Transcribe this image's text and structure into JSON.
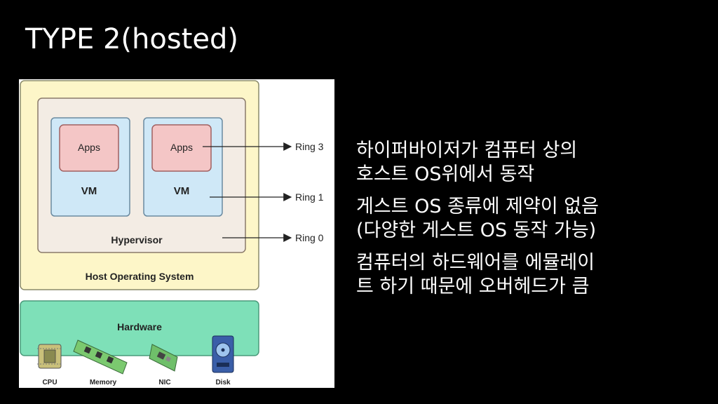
{
  "slide": {
    "title": "TYPE 2(hosted)"
  },
  "diagram": {
    "apps_label": "Apps",
    "vm_label": "VM",
    "hypervisor_label": "Hypervisor",
    "host_os_label": "Host Operating System",
    "hardware_label": "Hardware",
    "rings": [
      "Ring 3",
      "Ring 1",
      "Ring 0"
    ],
    "devices": [
      "CPU",
      "Memory",
      "NIC",
      "Disk"
    ],
    "colors": {
      "host_os": "#fdf6c8",
      "hypervisor": "#f3ece4",
      "vm": "#cfe8f7",
      "apps": "#f4c6c6",
      "hardware": "#7ee0b8"
    }
  },
  "bullets": [
    {
      "lines": [
        "하이퍼바이저가 컴퓨터 상의",
        "호스트 OS위에서 동작"
      ]
    },
    {
      "lines": [
        "게스트 OS 종류에 제약이 없음",
        "(다양한 게스트 OS 동작 가능)"
      ]
    },
    {
      "lines": [
        "컴퓨터의 하드웨어를 에뮬레이",
        "트 하기 때문에 오버헤드가 큼"
      ]
    }
  ]
}
